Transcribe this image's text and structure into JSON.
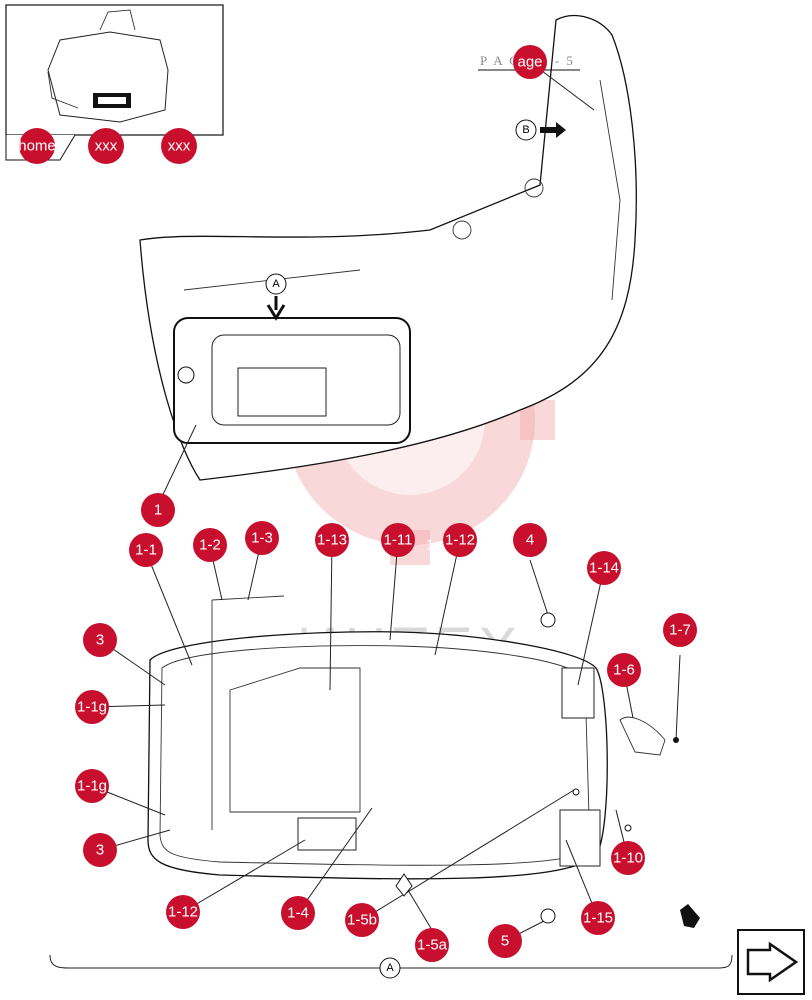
{
  "page_label": "P A G E 1 - 5",
  "view_markers": {
    "a_top": "A",
    "b": "B",
    "a_bottom": "A"
  },
  "nav": {
    "home": "home",
    "prev": "xxx",
    "next": "xxx"
  },
  "watermark_text": "ИНТЕХ",
  "callouts": [
    {
      "id": "page",
      "text": "age",
      "ghost": "",
      "href": true
    },
    {
      "id": "1",
      "text": "1",
      "ghost": ""
    },
    {
      "id": "1-1",
      "text": "1-1",
      "ghost": ""
    },
    {
      "id": "1-2",
      "text": "1-2",
      "ghost": ""
    },
    {
      "id": "1-3",
      "text": "1-3",
      "ghost": ""
    },
    {
      "id": "1-13",
      "text": "1-13",
      "ghost": "1"
    },
    {
      "id": "1-11",
      "text": "1-11",
      "ghost": "1"
    },
    {
      "id": "1-12a",
      "text": "1-12",
      "ghost": "1"
    },
    {
      "id": "4",
      "text": "4",
      "ghost": ""
    },
    {
      "id": "1-14",
      "text": "1-14",
      "ghost": "1"
    },
    {
      "id": "1-7",
      "text": "1-7",
      "ghost": ""
    },
    {
      "id": "1-6",
      "text": "1-6",
      "ghost": ""
    },
    {
      "id": "3a",
      "text": "3",
      "ghost": ""
    },
    {
      "id": "1-1g-a",
      "text": "1-1g",
      "ghost": "1"
    },
    {
      "id": "1-1g-b",
      "text": "1-1g",
      "ghost": "1"
    },
    {
      "id": "3b",
      "text": "3",
      "ghost": ""
    },
    {
      "id": "1-10",
      "text": "1-10",
      "ghost": ""
    },
    {
      "id": "1-12b",
      "text": "1-12",
      "ghost": "1"
    },
    {
      "id": "1-4",
      "text": "1-4",
      "ghost": ""
    },
    {
      "id": "1-5b",
      "text": "1-5b",
      "ghost": "1"
    },
    {
      "id": "1-5a",
      "text": "1-5a",
      "ghost": "1"
    },
    {
      "id": "5",
      "text": "5",
      "ghost": ""
    },
    {
      "id": "1-15",
      "text": "1-15",
      "ghost": "1"
    }
  ]
}
